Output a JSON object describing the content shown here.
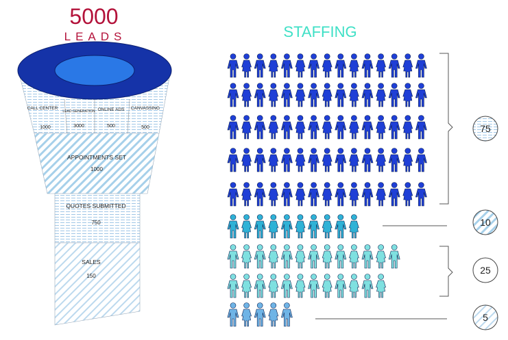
{
  "funnel": {
    "leads_count": "5000",
    "leads_label": "LEADS",
    "sources": [
      {
        "label": "CALL CENTER",
        "value": "1000"
      },
      {
        "label": "LEAD GENERATION",
        "value": "3000"
      },
      {
        "label": "ONLINE ADS",
        "value": "500"
      },
      {
        "label": "CANVASSING",
        "value": "500"
      }
    ],
    "stages": [
      {
        "label": "APPOINTMENTS SET",
        "value": "1000"
      },
      {
        "label": "QUOTES SUBMITTED",
        "value": "750"
      },
      {
        "label": "SALES",
        "value": "150"
      }
    ]
  },
  "staffing": {
    "title": "STAFFING",
    "groups": [
      {
        "count": "75",
        "color": "#1f3fd6",
        "rows": [
          15,
          15,
          15,
          15,
          15
        ],
        "connector": "bracket"
      },
      {
        "count": "10",
        "color": "#2fb2d6",
        "rows": [
          10
        ],
        "connector": "line"
      },
      {
        "count": "25",
        "color": "#7fe0e0",
        "rows": [
          13,
          12
        ],
        "connector": "bracket"
      },
      {
        "count": "5",
        "color": "#6fb4e6",
        "rows": [
          5
        ],
        "connector": "line"
      }
    ]
  },
  "colors": {
    "leads": "#b3123a",
    "staffing_title": "#3fe0c6",
    "funnel_top": "#1533a8",
    "funnel_inner": "#2a78e6"
  }
}
